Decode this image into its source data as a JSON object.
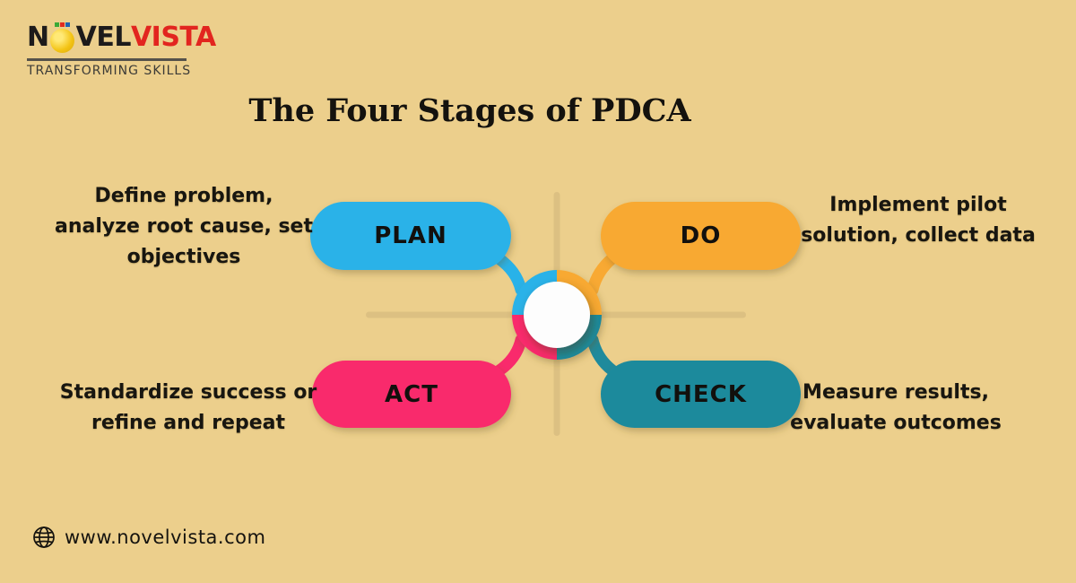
{
  "brand": {
    "logo_n": "N",
    "logo_vel": "VEL",
    "logo_vista": "VISTA",
    "tagline": "TRANSFORMING SKILLS",
    "colors": {
      "logo_black": "#1d1b1b",
      "logo_red": "#e2251f",
      "bulb_yellow": "#f3c313",
      "square_green": "#3aa935",
      "square_red": "#e02b20",
      "square_blue": "#1f63b0"
    }
  },
  "title": "The Four Stages of PDCA",
  "stages": [
    {
      "id": "plan",
      "label": "PLAN",
      "color": "#29b2e8",
      "position": "top-left",
      "description": "Define problem,\nanalyze root cause, set\nobjectives"
    },
    {
      "id": "do",
      "label": "DO",
      "color": "#f8a933",
      "position": "top-right",
      "description": "Implement pilot\nsolution, collect data"
    },
    {
      "id": "act",
      "label": "ACT",
      "color": "#f92a6c",
      "position": "bottom-left",
      "description": "Standardize success or\nrefine and repeat"
    },
    {
      "id": "check",
      "label": "CHECK",
      "color": "#1f8a9c",
      "position": "bottom-right",
      "description": "Measure results,\nevaluate outcomes"
    }
  ],
  "decor": {
    "background_color": "#eccf8c",
    "crossline_color": "#d9bd80",
    "center_circle_color": "#fdfdfd"
  },
  "footer": {
    "website": "www.novelvista.com",
    "icon": "globe-icon"
  }
}
